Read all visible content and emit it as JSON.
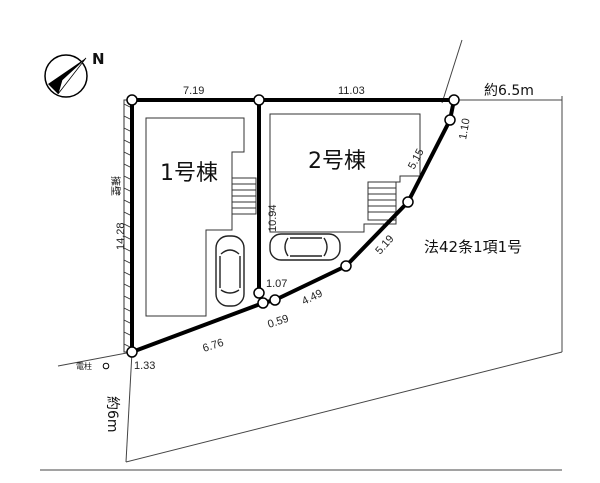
{
  "compass": {
    "north_label": "N"
  },
  "buildings": [
    {
      "label": "1号棟"
    },
    {
      "label": "2号棟"
    }
  ],
  "dimensions": {
    "top_left": "7.19",
    "top_right": "11.03",
    "right_top": "1.10",
    "right_diag": "5.15",
    "right_mid": "5.19",
    "bottom_mid": "4.49",
    "bottom_small": "0.59",
    "bottom_left": "6.76",
    "bottom_corner": "1.33",
    "left_side": "14.28",
    "divider": "10.94",
    "divider_bottom": "1.07"
  },
  "annotations": {
    "retaining_wall": "擁壁",
    "utility_pole": "電柱",
    "road_right_width": "約6.5m",
    "road_left_width": "約6m",
    "road_classification": "法42条1項1号"
  }
}
